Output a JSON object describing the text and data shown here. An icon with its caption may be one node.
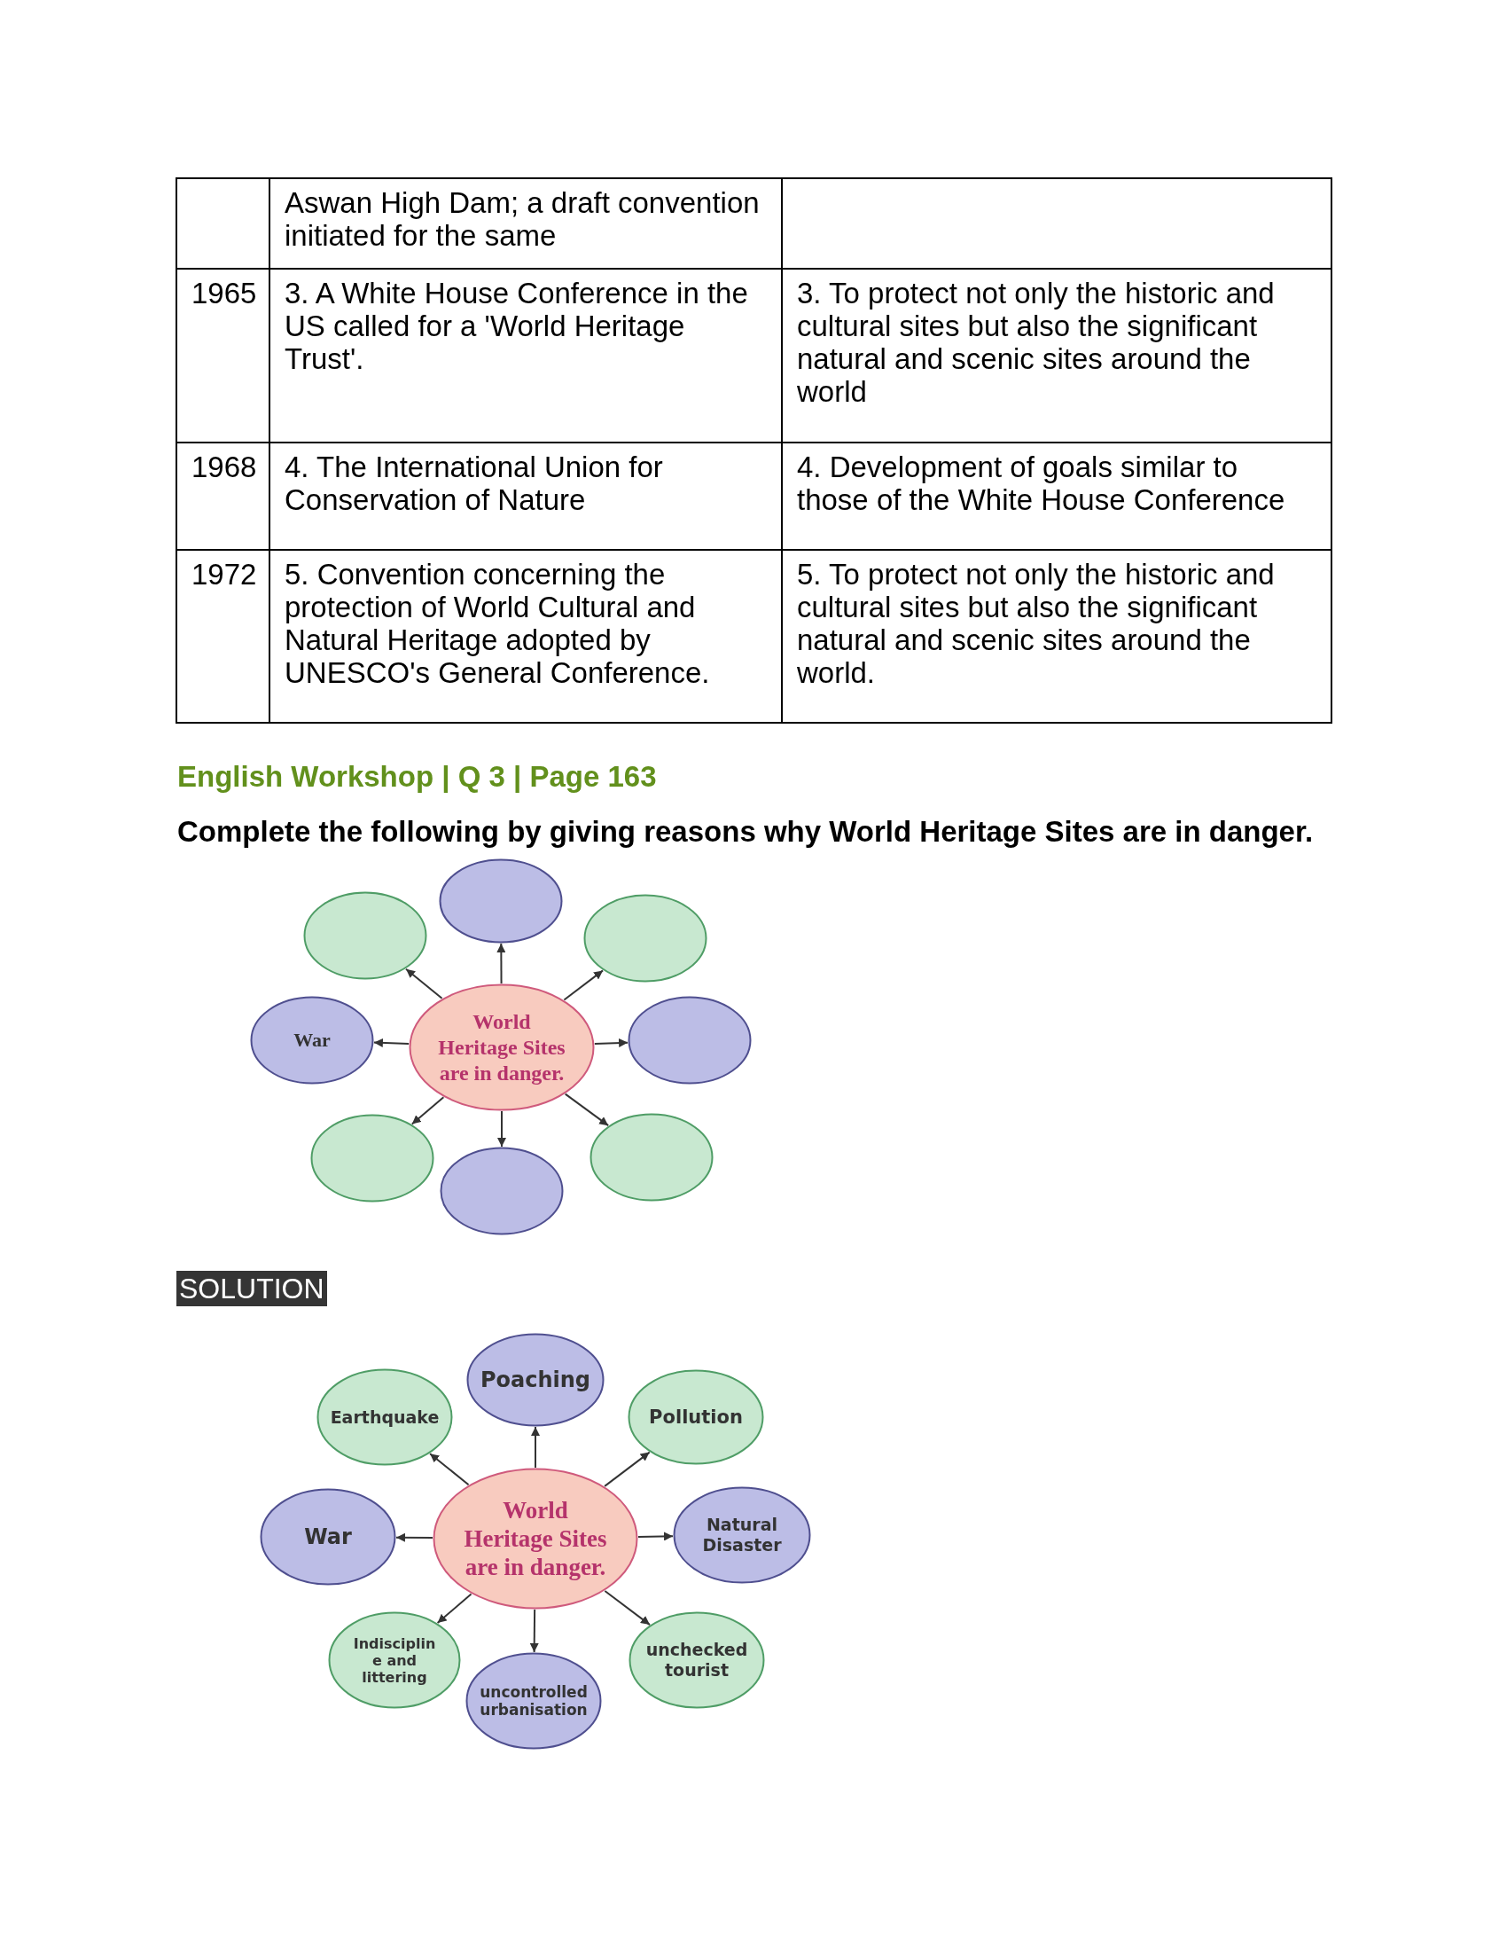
{
  "diagram": {
    "nodes": [
      {
        "text": [
          "World Heritage Sites are in danger."
        ]
      },
      {
        "text": [],
        "shape": "ellipse"
      },
      {
        "text": [],
        "shape": "ellipse"
      },
      {
        "text": [],
        "shape": "ellipse"
      },
      {
        "text": [
          "War"
        ]
      },
      {
        "text": [],
        "shape": "ellipse"
      },
      {
        "text": [],
        "shape": "ellipse"
      },
      {
        "text": [],
        "shape": "ellipse"
      },
      {
        "text": [],
        "shape": "ellipse"
      },
      {
        "text": [
          "World Heritage Sites are in danger."
        ]
      },
      {
        "text": [
          "Earthquake"
        ]
      },
      {
        "text": [
          "Poaching"
        ]
      },
      {
        "text": [
          "Pollution"
        ]
      },
      {
        "text": [
          "War"
        ]
      },
      {
        "text": [
          "Natural Disaster"
        ]
      },
      {
        "text": [
          "Indisciplin e and littering"
        ]
      },
      {
        "text": [
          "uncontrolled urbanisation"
        ]
      },
      {
        "text": [
          "unchecked tourist"
        ]
      }
    ],
    "edges": [
      {
        "from": 0,
        "to": 1,
        "arrow": "to"
      },
      {
        "from": 0,
        "to": 2,
        "arrow": "to"
      },
      {
        "from": 0,
        "to": 3,
        "arrow": "to"
      },
      {
        "from": 0,
        "to": 4,
        "arrow": "to"
      },
      {
        "from": 0,
        "to": 5,
        "arrow": "to"
      },
      {
        "from": 0,
        "to": 6,
        "arrow": "to"
      },
      {
        "from": 0,
        "to": 7,
        "arrow": "to"
      },
      {
        "from": 0,
        "to": 8,
        "arrow": "to"
      },
      {
        "from": 9,
        "to": 10,
        "arrow": "to"
      },
      {
        "from": 9,
        "to": 11,
        "arrow": "to"
      },
      {
        "from": 9,
        "to": 12,
        "arrow": "to"
      },
      {
        "from": 9,
        "to": 13,
        "arrow": "to"
      },
      {
        "from": 9,
        "to": 14,
        "arrow": "to"
      },
      {
        "from": 9,
        "to": 15,
        "arrow": "to"
      },
      {
        "from": 9,
        "to": 16,
        "arrow": "to"
      },
      {
        "from": 9,
        "to": 17,
        "arrow": "to"
      }
    ],
    "labels": [
      "Aswan High Dam; a draft convention initiated for the same",
      "1965",
      "3. A White House Conference in the US called for a 'World Heritage Trust'.",
      "3. To protect not only the historic and cultural sites but also the significant natural and scenic sites around the world",
      "1968",
      "4. The International Union for Conservation of Nature",
      "4. Development of goals similar to those of the White House Conference",
      "1972",
      "5. Convention concerning the protection of World Cultural and Natural Heritage adopted by UNESCO's General Conference.",
      "5. To protect not only the historic and cultural sites but also the significant natural and scenic sites around the world.",
      "English Workshop | Q 3 | Page 163",
      "Complete the following by giving reasons why World Heritage Sites are in danger.",
      "SOLUTION"
    ]
  }
}
